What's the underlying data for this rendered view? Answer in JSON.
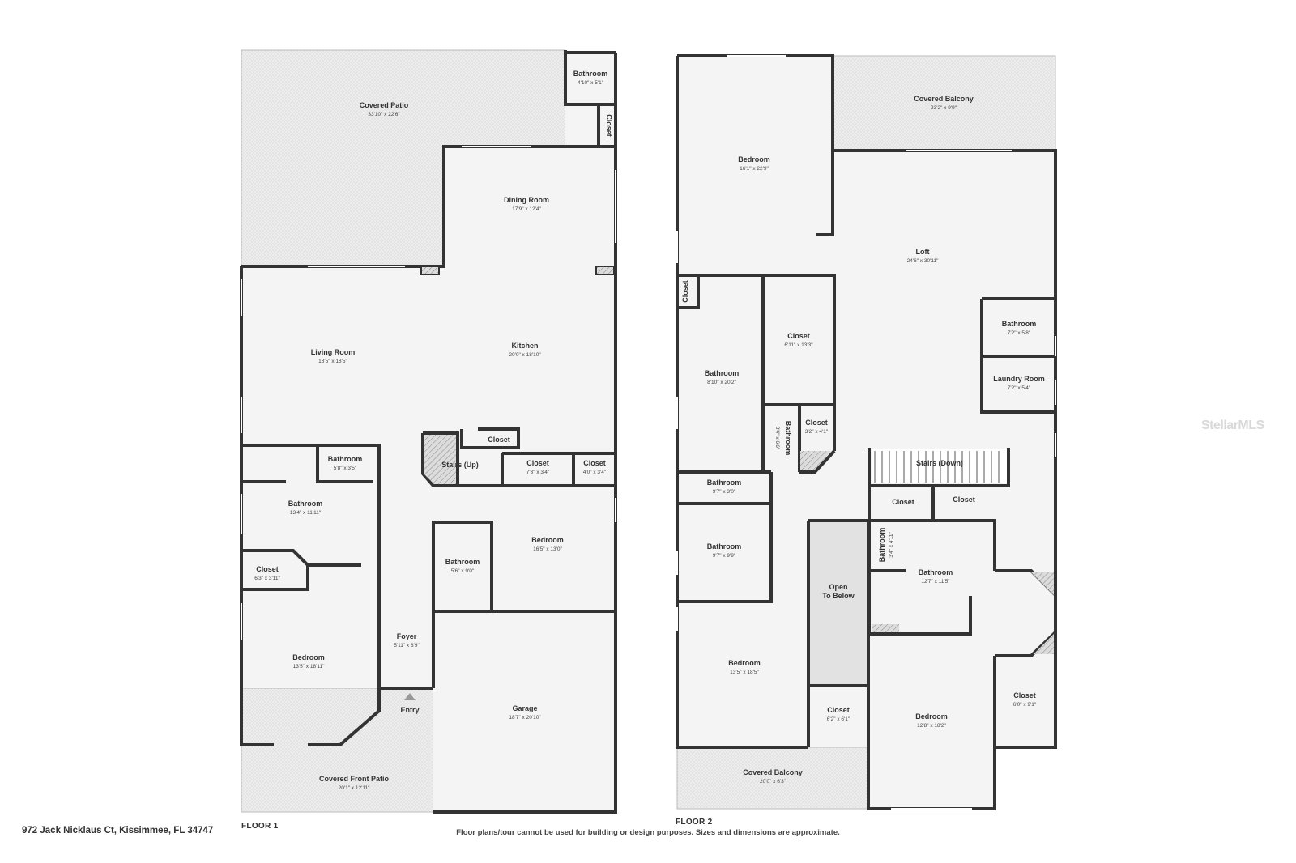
{
  "address": "972 Jack Nicklaus Ct, Kissimmee, FL 34747",
  "disclaimer": "Floor plans/tour cannot be used for building or design purposes. Sizes and dimensions are approximate.",
  "watermark": "StellarMLS",
  "colors": {
    "wall": "#333333",
    "floor": "#f4f4f4",
    "patio": "#ececec",
    "open": "#e2e2e2",
    "line": "#ffffff"
  },
  "floors": [
    {
      "label": "FLOOR 1",
      "entry_label": "Entry",
      "rooms": [
        {
          "name": "Bathroom",
          "dim": "4'10\" x 5'1\""
        },
        {
          "name": "Covered Patio",
          "dim": "33'10\" x 22'6\""
        },
        {
          "name": "Closet",
          "dim": ""
        },
        {
          "name": "Dining Room",
          "dim": "17'9\" x 12'4\""
        },
        {
          "name": "Living Room",
          "dim": "18'5\" x 18'5\""
        },
        {
          "name": "Kitchen",
          "dim": "20'0\" x 18'10\""
        },
        {
          "name": "Closet",
          "dim": ""
        },
        {
          "name": "Stairs (Up)",
          "dim": ""
        },
        {
          "name": "Closet",
          "dim": "7'3\" x 3'4\""
        },
        {
          "name": "Closet",
          "dim": "4'0\" x 3'4\""
        },
        {
          "name": "Bathroom",
          "dim": "5'8\" x 3'5\""
        },
        {
          "name": "Bathroom",
          "dim": "13'4\" x 11'11\""
        },
        {
          "name": "Bedroom",
          "dim": "16'5\" x 13'0\""
        },
        {
          "name": "Closet",
          "dim": "6'3\" x 3'11\""
        },
        {
          "name": "Bathroom",
          "dim": "5'6\" x 9'0\""
        },
        {
          "name": "Foyer",
          "dim": "5'11\" x 8'9\""
        },
        {
          "name": "Bedroom",
          "dim": "13'5\" x 18'11\""
        },
        {
          "name": "Garage",
          "dim": "18'7\" x 20'10\""
        },
        {
          "name": "Covered Front Patio",
          "dim": "20'1\" x 12'11\""
        }
      ]
    },
    {
      "label": "FLOOR 2",
      "rooms": [
        {
          "name": "Covered Balcony",
          "dim": "23'2\" x 9'9\""
        },
        {
          "name": "Bedroom",
          "dim": "16'1\" x 22'9\""
        },
        {
          "name": "Loft",
          "dim": "24'6\" x 30'11\""
        },
        {
          "name": "Closet",
          "dim": ""
        },
        {
          "name": "Closet",
          "dim": "6'11\" x 13'3\""
        },
        {
          "name": "Bathroom",
          "dim": "7'2\" x 5'8\""
        },
        {
          "name": "Bathroom",
          "dim": "8'10\" x 20'2\""
        },
        {
          "name": "Laundry Room",
          "dim": "7'2\" x 5'4\""
        },
        {
          "name": "Bathroom",
          "dim": "3'4\" x 6'6\""
        },
        {
          "name": "Closet",
          "dim": "3'2\" x 4'1\""
        },
        {
          "name": "Stairs (Down)",
          "dim": ""
        },
        {
          "name": "Bathroom",
          "dim": "9'7\" x 3'0\""
        },
        {
          "name": "Closet",
          "dim": ""
        },
        {
          "name": "Closet",
          "dim": ""
        },
        {
          "name": "Bathroom",
          "dim": "9'7\" x 9'9\""
        },
        {
          "name": "Bathroom",
          "dim": "3'4\" x 4'11\""
        },
        {
          "name": "Bathroom",
          "dim": "12'7\" x 11'5\""
        },
        {
          "name": "Open",
          "dim": "To Below"
        },
        {
          "name": "Bedroom",
          "dim": "13'5\" x 18'5\""
        },
        {
          "name": "Closet",
          "dim": "6'0\" x 9'1\""
        },
        {
          "name": "Closet",
          "dim": "6'2\" x 6'1\""
        },
        {
          "name": "Bedroom",
          "dim": "12'8\" x 18'2\""
        },
        {
          "name": "Covered Balcony",
          "dim": "20'0\" x 6'3\""
        }
      ]
    }
  ]
}
